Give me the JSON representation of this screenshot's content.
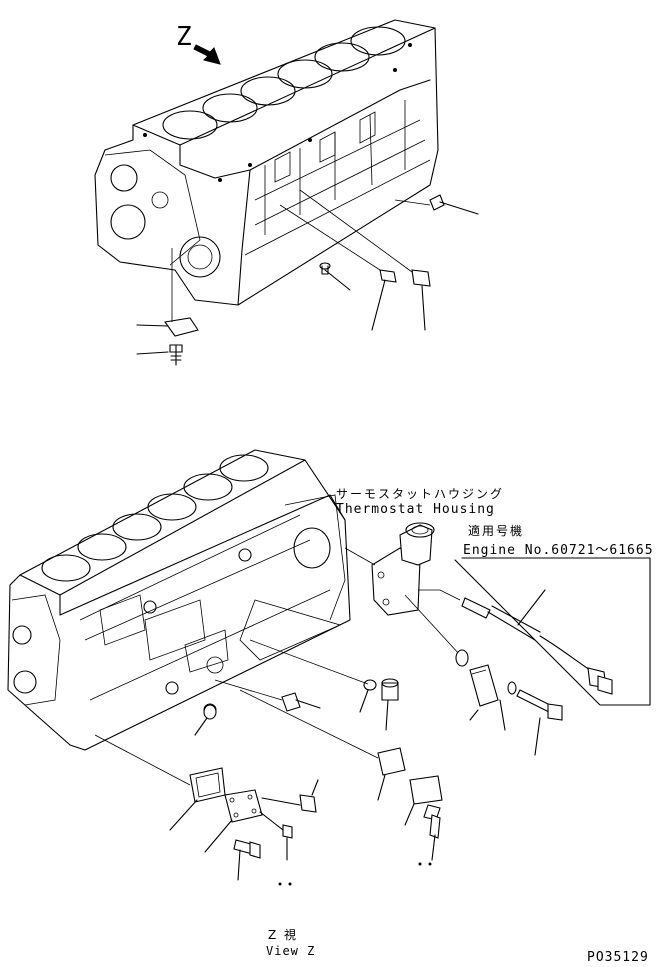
{
  "top_view": {
    "z_marker": "Z"
  },
  "callouts": {
    "thermostat_housing_ja": "サーモスタットハウジング",
    "thermostat_housing_en": "Thermostat Housing",
    "applicable_serial_ja": "適用号機",
    "engine_serial_range": "Engine No.60721～61665"
  },
  "view_caption": {
    "ja": "Z 視",
    "en": "View Z"
  },
  "drawing_number": "PO35129",
  "icons": [
    "direction-arrow-icon"
  ]
}
